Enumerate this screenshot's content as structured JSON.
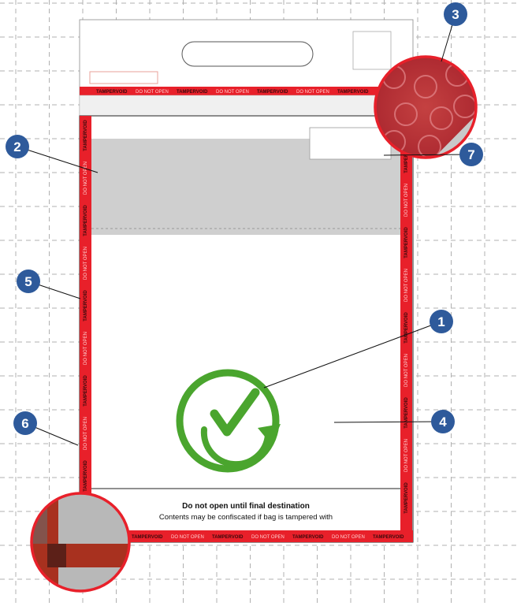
{
  "tamper_strip": {
    "word_tamper": "TAMPERVOID",
    "word_donot": "DO NOT OPEN"
  },
  "footer": {
    "line1": "Do not open until final destination",
    "line2": "Contents may be confiscated if bag is tampered with"
  },
  "callouts": [
    "1",
    "2",
    "3",
    "4",
    "5",
    "6",
    "7"
  ],
  "colors": {
    "tamper_red": "#e8202a",
    "callout_blue": "#2e5a9b",
    "check_green": "#4aa52e",
    "grid_dash": "#b0b0b0",
    "sample_gray": "#cfcfcf"
  }
}
